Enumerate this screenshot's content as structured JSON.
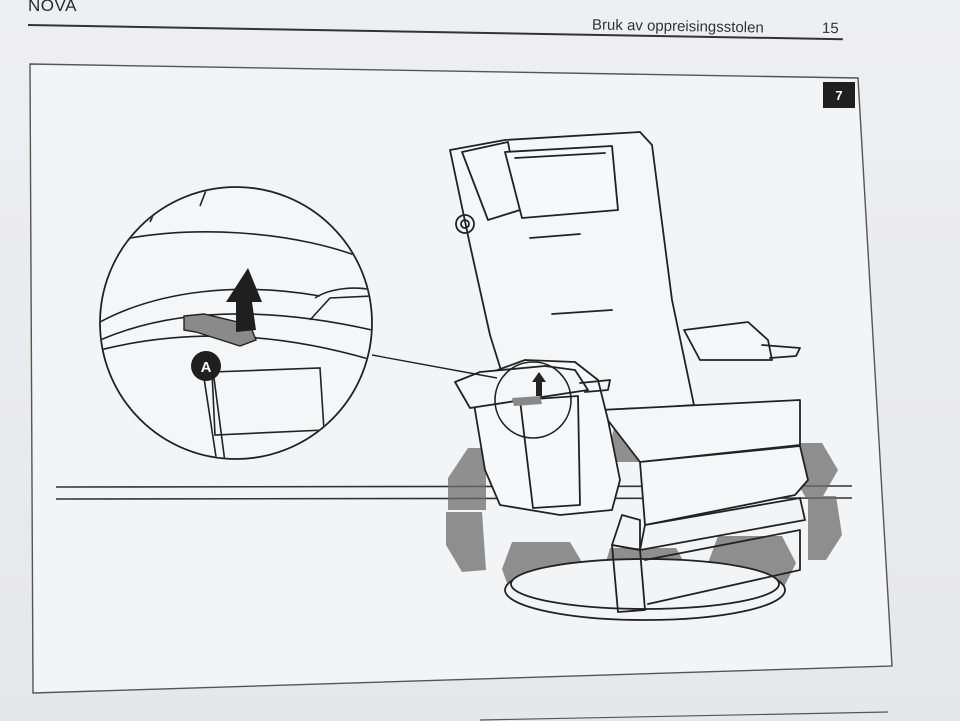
{
  "header": {
    "brand": "NOVA",
    "section_title": "Bruk av oppreisingsstolen",
    "page_number": "15"
  },
  "figure": {
    "step_number": "7",
    "callout_label": "A",
    "icons": [
      "up-arrow-icon",
      "lever-icon",
      "recliner-chair-illustration",
      "magnifier-callout"
    ]
  },
  "colors": {
    "ink": "#2a2a2a",
    "paper": "#eceef0",
    "badge": "#1f1f1f",
    "watermark_gray": "#7a7a7a"
  }
}
